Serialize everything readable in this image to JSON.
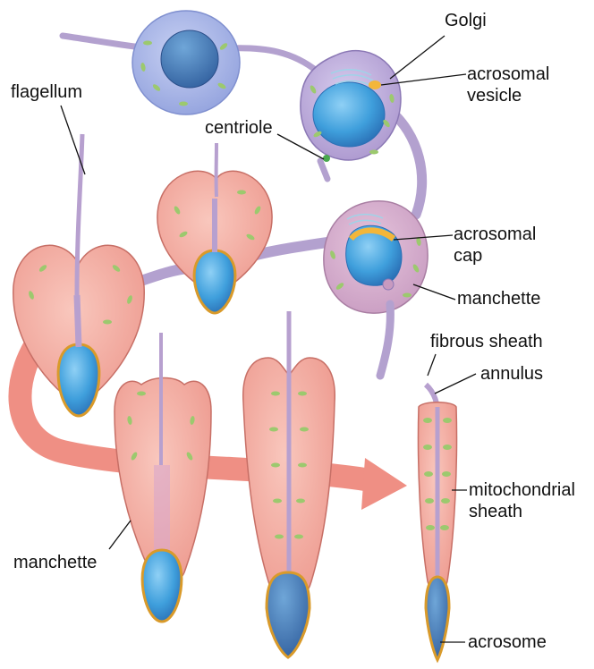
{
  "labels": {
    "golgi": "Golgi",
    "acrosomal_vesicle_1": "acrosomal",
    "acrosomal_vesicle_2": "vesicle",
    "flagellum": "flagellum",
    "centriole": "centriole",
    "acrosomal_cap_1": "acrosomal",
    "acrosomal_cap_2": "cap",
    "manchette_right": "manchette",
    "fibrous_sheath": "fibrous sheath",
    "annulus": "annulus",
    "mitochondrial_sheath_1": "mitochondrial",
    "mitochondrial_sheath_2": "sheath",
    "manchette_left": "manchette",
    "acrosome": "acrosome"
  },
  "colors": {
    "cytoplasm_pink": "#f2a598",
    "cytoplasm_purple": "#b9a6d6",
    "round_cell_blue": "#a9b7e6",
    "nucleus_blue": "#3f9fdc",
    "acrosome_yellow": "#f3b63a",
    "mitochondria_green": "#9cc96e",
    "flagellum_lilac": "#b7a0cf",
    "arrow_salmon": "#ef8f84"
  }
}
